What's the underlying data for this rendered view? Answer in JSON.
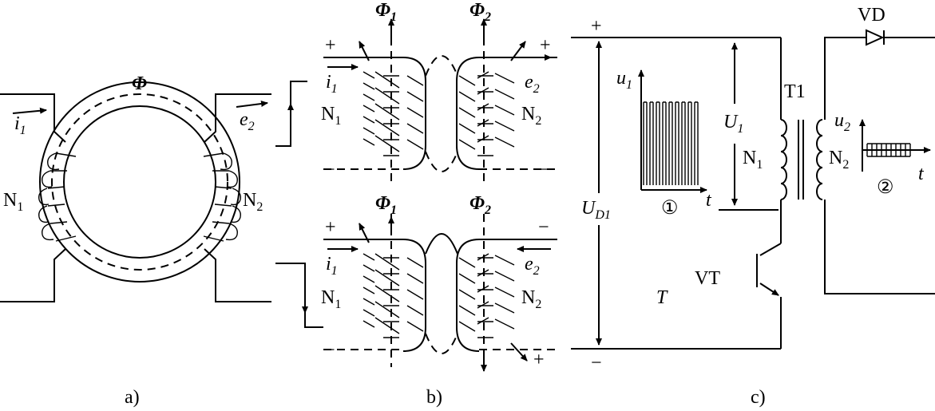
{
  "panel_a": {
    "caption": "a)",
    "flux": "Φ",
    "current": "i",
    "current_sub": "1",
    "emf": "e",
    "emf_sub": "2",
    "winding1": "N",
    "winding1_sub": "1",
    "winding2": "N",
    "winding2_sub": "2"
  },
  "panel_b": {
    "caption": "b)",
    "flux1": "Φ",
    "flux1_sub": "1",
    "flux2": "Φ",
    "flux2_sub": "2",
    "current": "i",
    "current_sub": "1",
    "emf": "e",
    "emf_sub": "2",
    "winding1": "N",
    "winding1_sub": "1",
    "winding2": "N",
    "winding2_sub": "2",
    "plus": "+",
    "minus": "−"
  },
  "panel_c": {
    "caption": "c)",
    "diode": "VD",
    "transformer": "T1",
    "transistor": "VT",
    "period": "T",
    "supply": "U",
    "supply_sub": "D1",
    "primary_v": "U",
    "primary_v_sub": "1",
    "u1": "u",
    "u1_sub": "1",
    "u2": "u",
    "u2_sub": "2",
    "t": "t",
    "winding1": "N",
    "winding1_sub": "1",
    "winding2": "N",
    "winding2_sub": "2",
    "wave1": "①",
    "wave2": "②",
    "plus": "+",
    "minus": "−"
  }
}
